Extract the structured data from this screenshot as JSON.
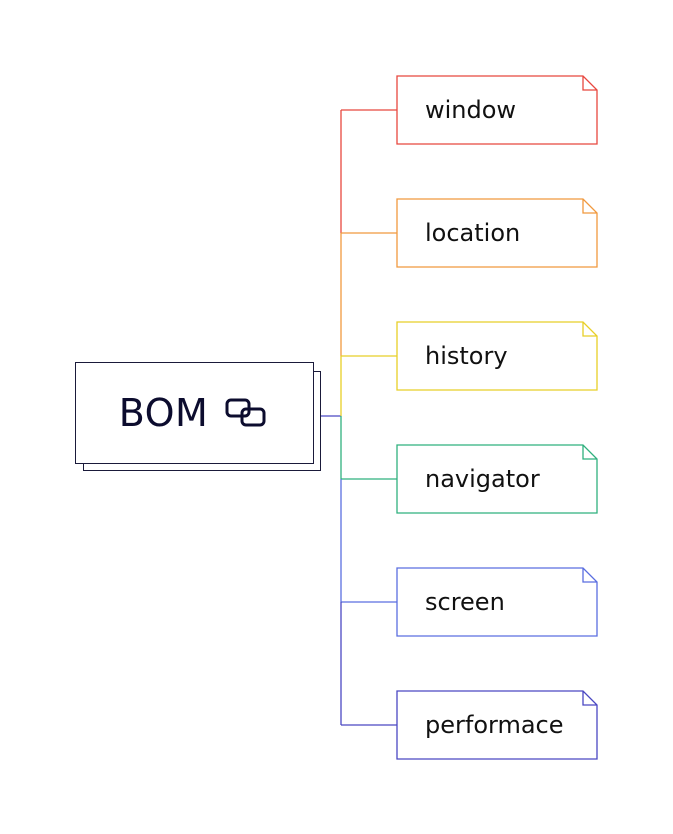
{
  "root": {
    "label": "BOM",
    "icon": "linked-copy-icon",
    "color": "#0c0c2e"
  },
  "children": [
    {
      "label": "window",
      "color": "#e8473f"
    },
    {
      "label": "location",
      "color": "#f0993e"
    },
    {
      "label": "history",
      "color": "#e8cf27"
    },
    {
      "label": "navigator",
      "color": "#2fb07e"
    },
    {
      "label": "screen",
      "color": "#5a6ee0"
    },
    {
      "label": "performace",
      "color": "#4a47c2"
    }
  ]
}
